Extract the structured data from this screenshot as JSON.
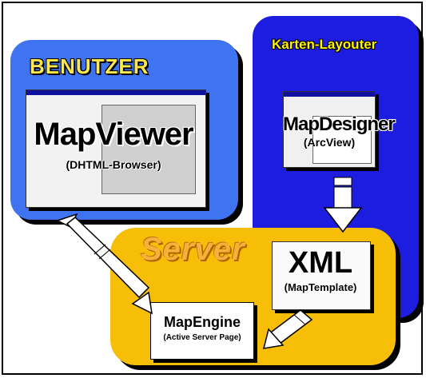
{
  "panels": {
    "benutzer": {
      "title": "BENUTZER",
      "color": "#3f73ef"
    },
    "layouter": {
      "title": "Karten-Layouter",
      "color": "#1d1de0"
    },
    "server": {
      "title": "Server",
      "color": "#f6be07"
    }
  },
  "components": {
    "mapviewer": {
      "title": "MapViewer",
      "subtitle": "(DHTML-Browser)"
    },
    "mapdesigner": {
      "title": "MapDesigner",
      "subtitle": "(ArcView)"
    },
    "xml": {
      "title": "XML",
      "subtitle": "(MapTemplate)"
    },
    "mapengine": {
      "title": "MapEngine",
      "subtitle": "(Active Server Page)"
    }
  }
}
